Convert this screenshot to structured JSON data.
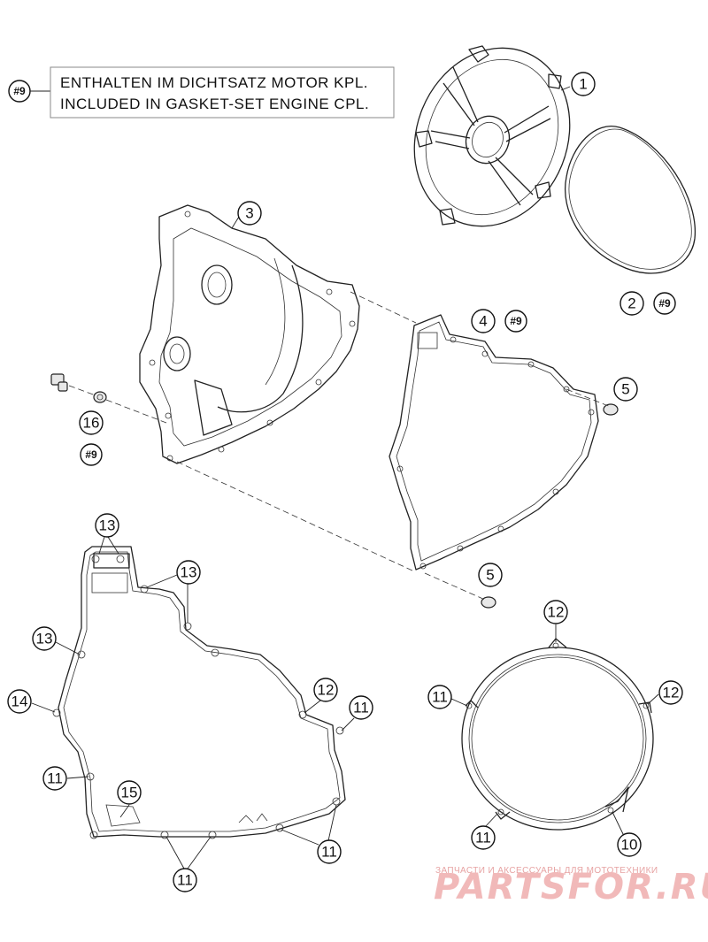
{
  "note": {
    "tag": "#9",
    "line1": "ENTHALTEN IM DICHTSATZ MOTOR KPL.",
    "line2": "INCLUDED IN GASKET-SET ENGINE CPL."
  },
  "callouts": {
    "c1": "1",
    "c2": "2",
    "c2_tag": "#9",
    "c3": "3",
    "c4": "4",
    "c4_tag": "#9",
    "c5a": "5",
    "c5b": "5",
    "c16": "16",
    "c16_tag": "#9",
    "g13a": "13",
    "g13b": "13",
    "g13c": "13",
    "g14": "14",
    "g11a": "11",
    "g15": "15",
    "g11b": "11",
    "g11c": "11",
    "g11d": "11",
    "g12a": "12",
    "h12a": "12",
    "h11a": "11",
    "h12b": "12",
    "h11b": "11",
    "h10": "10"
  },
  "watermark": {
    "line1": "ЗАПЧАСТИ И АКСЕССУАРЫ ДЛЯ МОТОТЕХНИКИ",
    "line2": "PARTSFOR.RU"
  }
}
